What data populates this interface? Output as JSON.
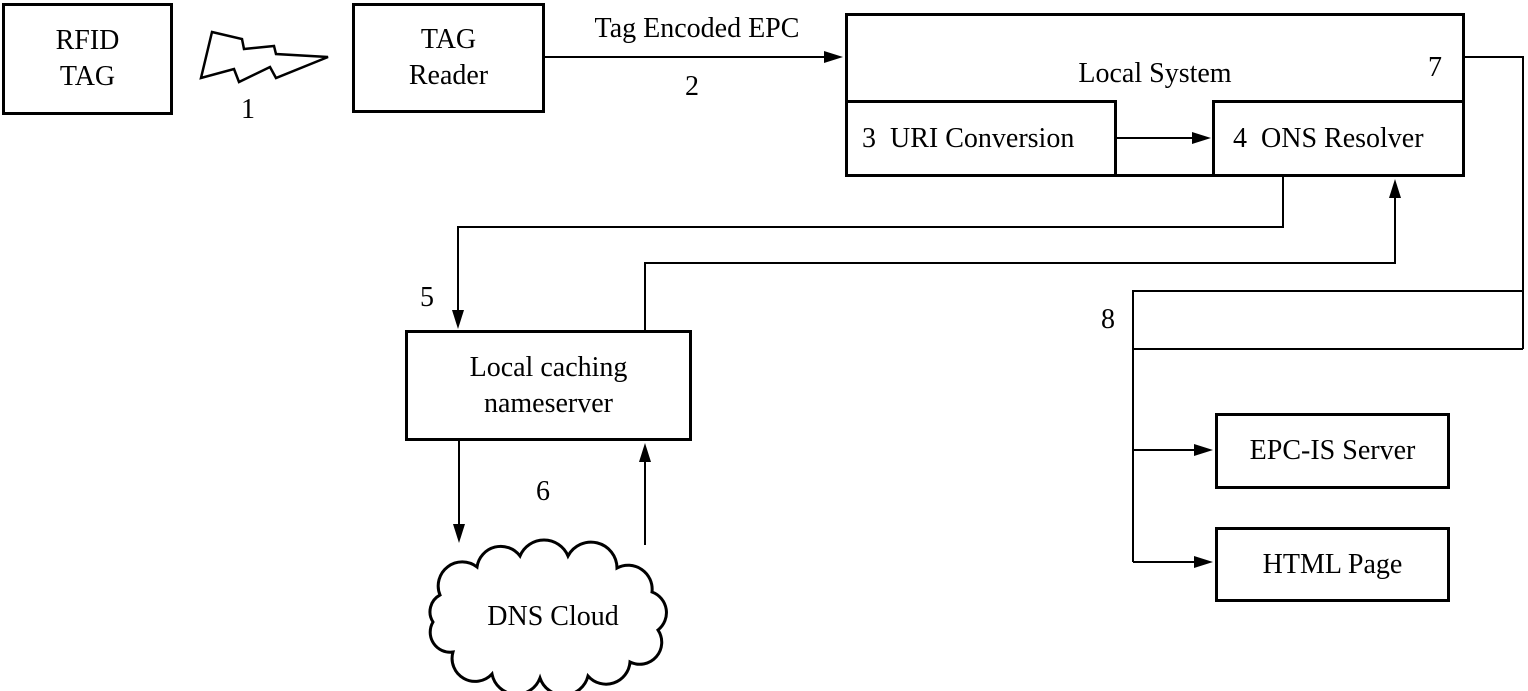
{
  "diagram": {
    "background_color": "#ffffff",
    "line_color": "#000000",
    "nodes": {
      "rfid_tag": {
        "lines": [
          "RFID",
          "TAG"
        ]
      },
      "tag_reader": {
        "lines": [
          "TAG",
          "Reader"
        ]
      },
      "local_system": {
        "label": "Local System",
        "number": "7"
      },
      "uri_conversion": {
        "number": "3",
        "label": "URI Conversion"
      },
      "ons_resolver": {
        "number": "4",
        "label": "ONS Resolver"
      },
      "local_caching_nameserver": {
        "lines": [
          "Local caching",
          "nameserver"
        ]
      },
      "dns_cloud": {
        "label": "DNS Cloud"
      },
      "epc_is_server": {
        "label": "EPC-IS Server"
      },
      "html_page": {
        "label": "HTML Page"
      }
    },
    "edge_labels": {
      "radio_link_number": "1",
      "tag_encoded_epc": "Tag Encoded EPC",
      "tag_encoded_epc_number": "2",
      "nameserver_query_number": "5",
      "dns_roundtrip_number": "6",
      "results_bus_number": "8"
    }
  }
}
